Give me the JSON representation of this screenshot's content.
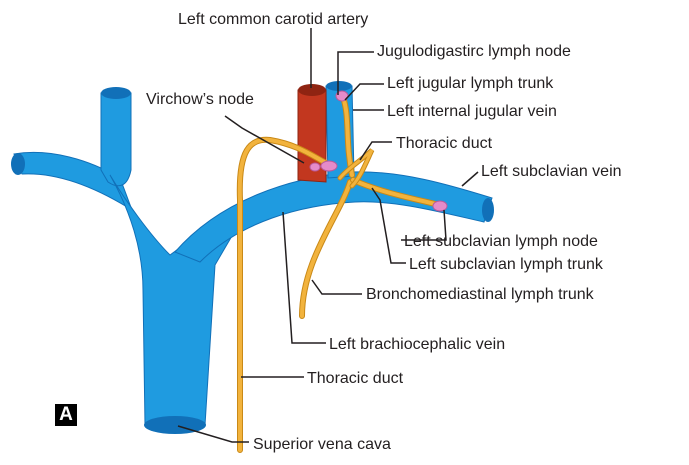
{
  "colors": {
    "vein": "#1f9be0",
    "vein_dark": "#1170b8",
    "artery": "#c2371f",
    "artery_dark": "#8f2412",
    "lymph": "#f2b33d",
    "lymph_edge": "#c98917",
    "node": "#e58bc9",
    "leader": "#231f20"
  },
  "labels": {
    "carotid": "Left common carotid artery",
    "jugulodigastric": "Jugulodigastirc lymph node",
    "jugular_trunk": "Left jugular lymph trunk",
    "virchow": "Virchow’s node",
    "ij_vein": "Left internal jugular vein",
    "thoracic_duct_top": "Thoracic duct",
    "subclavian_vein": "Left subclavian vein",
    "subclavian_node": "Left subclavian lymph node",
    "subclavian_trunk": "Left subclavian lymph trunk",
    "bronchomediastinal": "Bronchomediastinal lymph trunk",
    "brachiocephalic": "Left brachiocephalic vein",
    "thoracic_duct_bottom": "Thoracic duct",
    "svc": "Superior vena cava"
  },
  "panel_label": "A"
}
